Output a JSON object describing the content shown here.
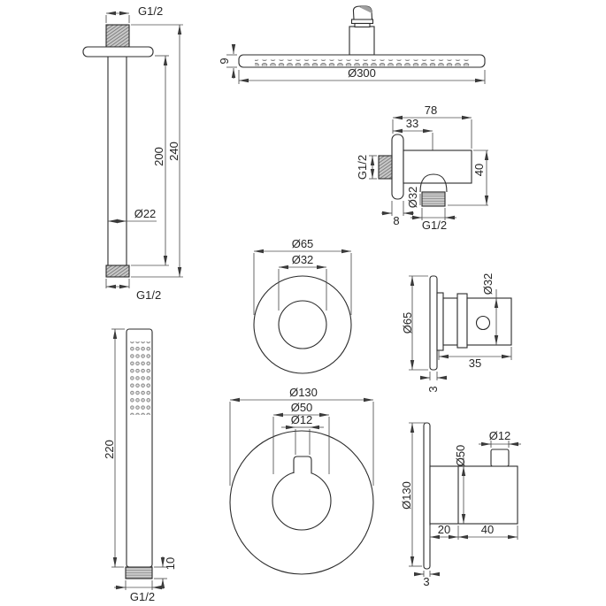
{
  "colors": {
    "line": "#2b2b2b",
    "dimension": "#4f4f4f",
    "thread_fill": "#c9c9c9",
    "hatch_line": "#787878",
    "shade": "#9e9e9e",
    "background": "#ffffff"
  },
  "components": {
    "ceiling_arm": {
      "labels": {
        "top_thread": "G1/2",
        "bottom_thread": "G1/2",
        "tube_diameter": "Ø22",
        "tube_length": "200",
        "total_length": "240"
      }
    },
    "head_shower": {
      "labels": {
        "diameter": "Ø300",
        "edge_height": "9"
      }
    },
    "wall_outlet_elbow": {
      "labels": {
        "total_depth": "78",
        "outlet_offset": "33",
        "inlet_thread": "G1/2",
        "outlet_diameter": "Ø32",
        "body_height": "40",
        "plate_thickness": "8",
        "outlet_thread": "G1/2"
      }
    },
    "valve_trim_small_front": {
      "labels": {
        "plate_diameter": "Ø65",
        "knob_diameter": "Ø32"
      }
    },
    "valve_trim_small_side": {
      "labels": {
        "plate_diameter": "Ø65",
        "knob_diameter": "Ø32",
        "plate_thickness": "3",
        "depth": "35"
      }
    },
    "hand_shower": {
      "labels": {
        "length": "220",
        "thread_height": "10",
        "thread": "G1/2"
      }
    },
    "thermostat_trim_front": {
      "labels": {
        "plate_diameter": "Ø130",
        "knob_diameter": "Ø50",
        "lever_diameter": "Ø12"
      }
    },
    "thermostat_trim_side": {
      "labels": {
        "plate_diameter": "Ø130",
        "knob_diameter": "Ø50",
        "lever_diameter": "Ø12",
        "knob_offset": "20",
        "knob_depth": "40",
        "plate_thickness": "3"
      }
    }
  }
}
